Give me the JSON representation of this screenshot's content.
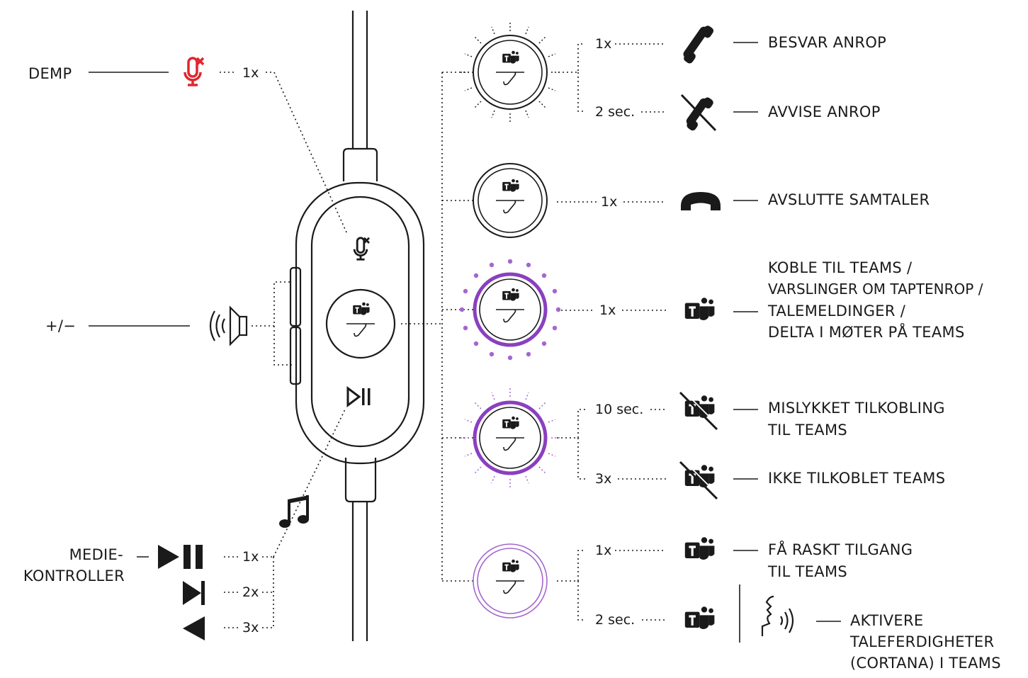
{
  "colors": {
    "ink": "#1a1a1a",
    "mute_red": "#e0262f",
    "teams_purple": "#8a3fc0",
    "teams_purple_light": "#a466cf"
  },
  "left": {
    "mute_label": "DEMP",
    "mute_count": "1x",
    "volume_label": "+/−",
    "media_label": [
      "MEDIE-",
      "KONTROLLER"
    ],
    "media_counts": [
      "1x",
      "2x",
      "3x"
    ]
  },
  "right": {
    "incoming": {
      "answer_count": "1x",
      "answer_label": "BESVAR ANROP",
      "reject_count": "2 sec.",
      "reject_label": "AVVISE ANROP"
    },
    "in_call": {
      "count": "1x",
      "label": "AVSLUTTE SAMTALER"
    },
    "teams_pulse": {
      "count": "1x",
      "label": [
        "KOBLE TIL TEAMS /",
        "VARSLINGER OM TAPTENROP /",
        "TALEMELDINGER /",
        "DELTA I MØTER PÅ TEAMS"
      ]
    },
    "teams_fail": {
      "fail_count": "10 sec.",
      "fail_label": [
        "MISLYKKET TILKOBLING",
        "TIL TEAMS"
      ],
      "not_conn_count": "3x",
      "not_conn_label": "IKKE TILKOBLET TEAMS"
    },
    "teams_idle": {
      "quick_count": "1x",
      "quick_label": [
        "FÅ RASKT TILGANG",
        "TIL TEAMS"
      ],
      "voice_count": "2 sec.",
      "voice_label": [
        "AKTIVERE",
        "TALEFERDIGHETER",
        "(CORTANA) I TEAMS"
      ]
    }
  },
  "icons": [
    "mute-mic-icon",
    "speaker-volume-icon",
    "play-pause-icon",
    "next-track-icon",
    "previous-track-icon",
    "music-note-icon",
    "phone-answer-icon",
    "phone-reject-icon",
    "phone-hangup-icon",
    "teams-logo-icon",
    "teams-disconnected-icon",
    "voice-assistant-icon"
  ]
}
